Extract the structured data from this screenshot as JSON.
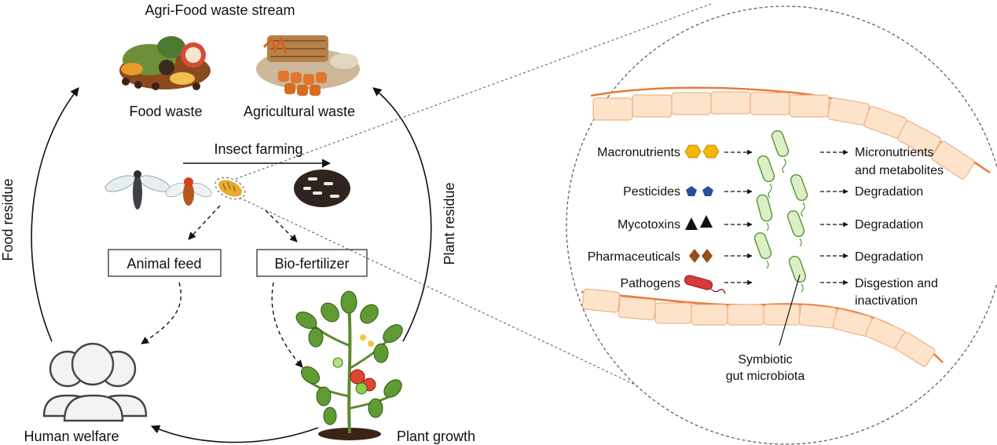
{
  "title": "Agri-Food waste stream",
  "waste": {
    "food": "Food waste",
    "agricultural": "Agricultural waste"
  },
  "insect_farming": "Insect farming",
  "outputs": {
    "animal_feed": "Animal feed",
    "bio_fertilizer": "Bio-fertilizer"
  },
  "outcomes": {
    "human_welfare": "Human welfare",
    "plant_growth": "Plant growth"
  },
  "residues": {
    "food": "Food residue",
    "plant": "Plant residue"
  },
  "gut": {
    "rows": [
      {
        "input": "Macronutrients",
        "result_lines": [
          "Micronutrients",
          "and metabolites"
        ]
      },
      {
        "input": "Pesticides",
        "result_lines": [
          "Degradation"
        ]
      },
      {
        "input": "Mycotoxins",
        "result_lines": [
          "Degradation"
        ]
      },
      {
        "input": "Pharmaceuticals",
        "result_lines": [
          "Degradation"
        ]
      },
      {
        "input": "Pathogens",
        "result_lines": [
          "Disgestion and",
          "inactivation"
        ]
      }
    ],
    "microbiota_label_lines": [
      "Symbiotic",
      "gut microbiota"
    ]
  },
  "colors": {
    "macronutrient": "#f2b705",
    "pesticide": "#2b4f9e",
    "mycotoxin": "#111111",
    "pharmaceutical": "#9a4d16",
    "pathogen": "#d93a3a",
    "bacteria": "#7dbb56",
    "gut_wall": "#e97a3b",
    "gut_cell": "#fde3c9"
  },
  "icons": [
    "food-pile-icon",
    "straw-bale-icon",
    "adult-fly-icon",
    "fruit-fly-icon",
    "larva-icon",
    "frass-icon",
    "people-icon",
    "tomato-plant-icon",
    "bacterium-icon",
    "pathogen-icon"
  ]
}
